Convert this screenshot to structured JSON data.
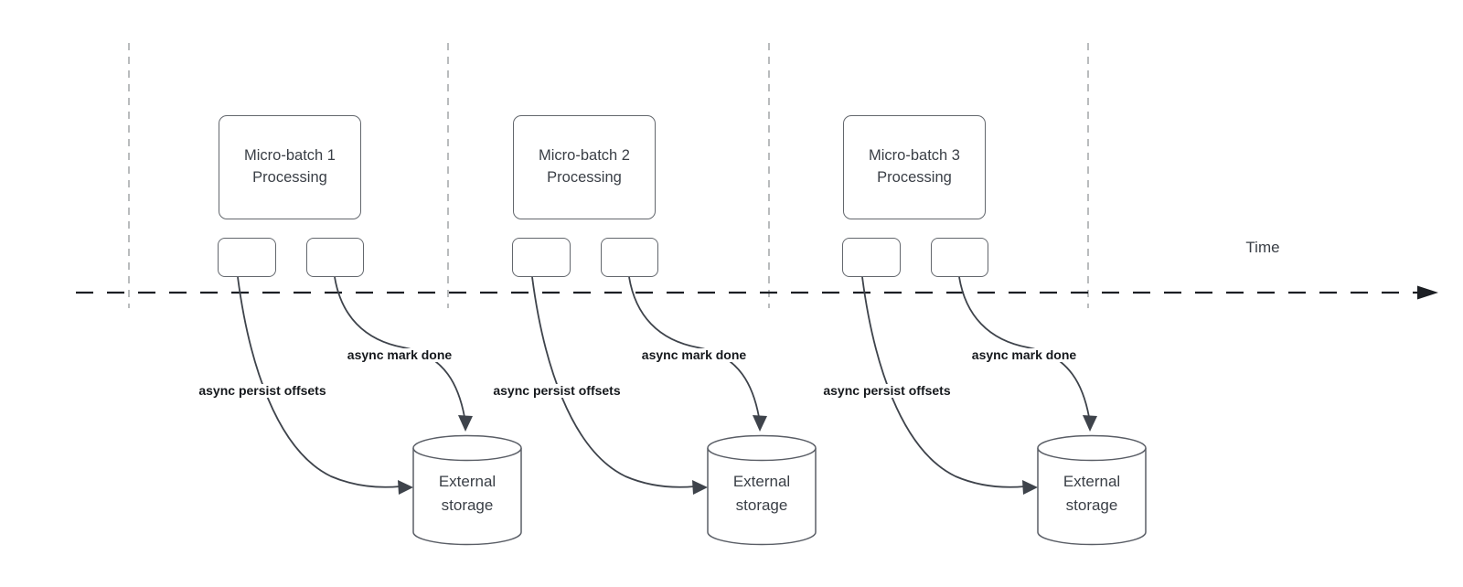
{
  "diagram": {
    "time_axis_label": "Time",
    "batches": [
      {
        "title": "Micro-batch 1\nProcessing",
        "persist_arrow_label": "async persist offsets",
        "mark_done_arrow_label": "async mark done",
        "storage_label": "External\nstorage"
      },
      {
        "title": "Micro-batch 2\nProcessing",
        "persist_arrow_label": "async persist offsets",
        "mark_done_arrow_label": "async mark done",
        "storage_label": "External\nstorage"
      },
      {
        "title": "Micro-batch 3\nProcessing",
        "persist_arrow_label": "async persist offsets",
        "mark_done_arrow_label": "async mark done",
        "storage_label": "External\nstorage"
      }
    ],
    "colors": {
      "background": "#ffffff",
      "box_border": "#63676d",
      "box_text": "#3a3f46",
      "lane_divider": "#a8abad",
      "timeline": "#1c1f24",
      "arrow": "#3e434b",
      "label_text": "#15181c",
      "cylinder_border": "#5a5e66"
    }
  }
}
